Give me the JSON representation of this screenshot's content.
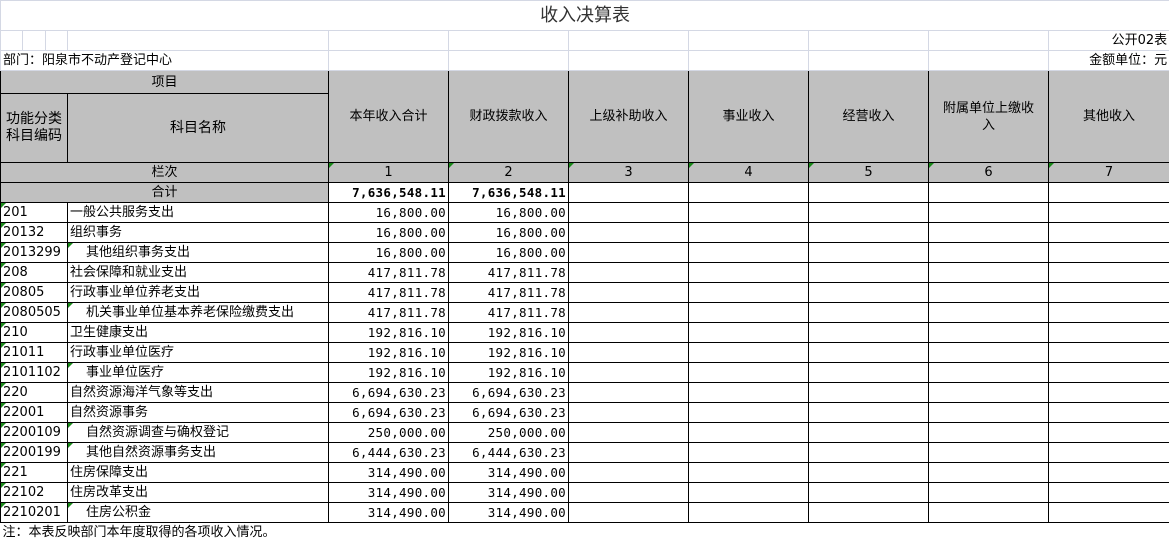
{
  "title": "收入决算表",
  "form_no": "公开02表",
  "department": "部门：阳泉市不动产登记中心",
  "unit": "金额单位：元",
  "header": {
    "item": "项目",
    "code": "功能分类科目编码",
    "name": "科目名称",
    "cols": [
      "本年收入合计",
      "财政拨款收入",
      "上级补助收入",
      "事业收入",
      "经营收入",
      "附属单位上缴收入",
      "其他收入"
    ],
    "row_label": "栏次",
    "col_nums": [
      "1",
      "2",
      "3",
      "4",
      "5",
      "6",
      "7"
    ]
  },
  "total": {
    "label": "合计",
    "values": [
      "7,636,548.11",
      "7,636,548.11"
    ]
  },
  "rows": [
    {
      "code": "201",
      "name": "一般公共服务支出",
      "level": 1,
      "v1": "16,800.00",
      "v2": "16,800.00"
    },
    {
      "code": "20132",
      "name": "组织事务",
      "level": 2,
      "v1": "16,800.00",
      "v2": "16,800.00"
    },
    {
      "code": "2013299",
      "name": "其他组织事务支出",
      "level": 3,
      "v1": "16,800.00",
      "v2": "16,800.00"
    },
    {
      "code": "208",
      "name": "社会保障和就业支出",
      "level": 1,
      "v1": "417,811.78",
      "v2": "417,811.78"
    },
    {
      "code": "20805",
      "name": "行政事业单位养老支出",
      "level": 2,
      "v1": "417,811.78",
      "v2": "417,811.78"
    },
    {
      "code": "2080505",
      "name": "机关事业单位基本养老保险缴费支出",
      "level": 3,
      "v1": "417,811.78",
      "v2": "417,811.78"
    },
    {
      "code": "210",
      "name": "卫生健康支出",
      "level": 1,
      "v1": "192,816.10",
      "v2": "192,816.10"
    },
    {
      "code": "21011",
      "name": "行政事业单位医疗",
      "level": 2,
      "v1": "192,816.10",
      "v2": "192,816.10"
    },
    {
      "code": "2101102",
      "name": "事业单位医疗",
      "level": 3,
      "v1": "192,816.10",
      "v2": "192,816.10"
    },
    {
      "code": "220",
      "name": "自然资源海洋气象等支出",
      "level": 1,
      "v1": "6,694,630.23",
      "v2": "6,694,630.23"
    },
    {
      "code": "22001",
      "name": "自然资源事务",
      "level": 2,
      "v1": "6,694,630.23",
      "v2": "6,694,630.23"
    },
    {
      "code": "2200109",
      "name": "自然资源调查与确权登记",
      "level": 3,
      "v1": "250,000.00",
      "v2": "250,000.00"
    },
    {
      "code": "2200199",
      "name": "其他自然资源事务支出",
      "level": 3,
      "v1": "6,444,630.23",
      "v2": "6,444,630.23"
    },
    {
      "code": "221",
      "name": "住房保障支出",
      "level": 1,
      "v1": "314,490.00",
      "v2": "314,490.00"
    },
    {
      "code": "22102",
      "name": "住房改革支出",
      "level": 2,
      "v1": "314,490.00",
      "v2": "314,490.00"
    },
    {
      "code": "2210201",
      "name": "住房公积金",
      "level": 3,
      "v1": "314,490.00",
      "v2": "314,490.00"
    }
  ],
  "note": "注：本表反映部门本年度取得的各项收入情况。"
}
